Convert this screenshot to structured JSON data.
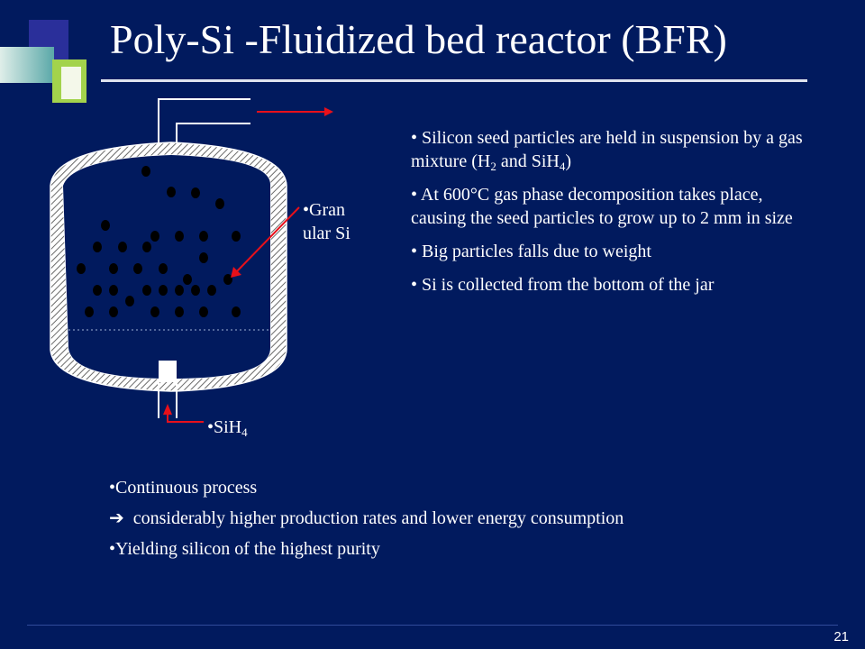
{
  "slide": {
    "title": "Poly-Si -Fluidized bed reactor (BFR)",
    "page_number": "21"
  },
  "diagram": {
    "label_granular_line1": "•Gran",
    "label_granular_line2": "ular Si",
    "label_inlet_prefix": "•SiH",
    "label_inlet_sub": "4"
  },
  "bullets": {
    "b1_pre": "• Silicon seed particles are held in suspension by a gas mixture (H",
    "b1_sub1": "2",
    "b1_mid": " and SiH",
    "b1_sub2": "4",
    "b1_post": ")",
    "b2": "• At 600°C gas phase decomposition takes place, causing the seed particles to grow up to 2 mm in size",
    "b3": "• Big particles falls due to weight",
    "b4": "• Si is collected from the bottom of the jar"
  },
  "bottom": {
    "line1": "•Continuous process",
    "arrow_glyph": "➔",
    "line2": "  considerably higher production rates and lower energy consumption",
    "line3": "•Yielding silicon of the highest purity"
  },
  "colors": {
    "background": "#011a5e",
    "arrow": "#e8101a",
    "deco_navy": "#2a2f9a",
    "deco_green": "#a3d34c"
  }
}
